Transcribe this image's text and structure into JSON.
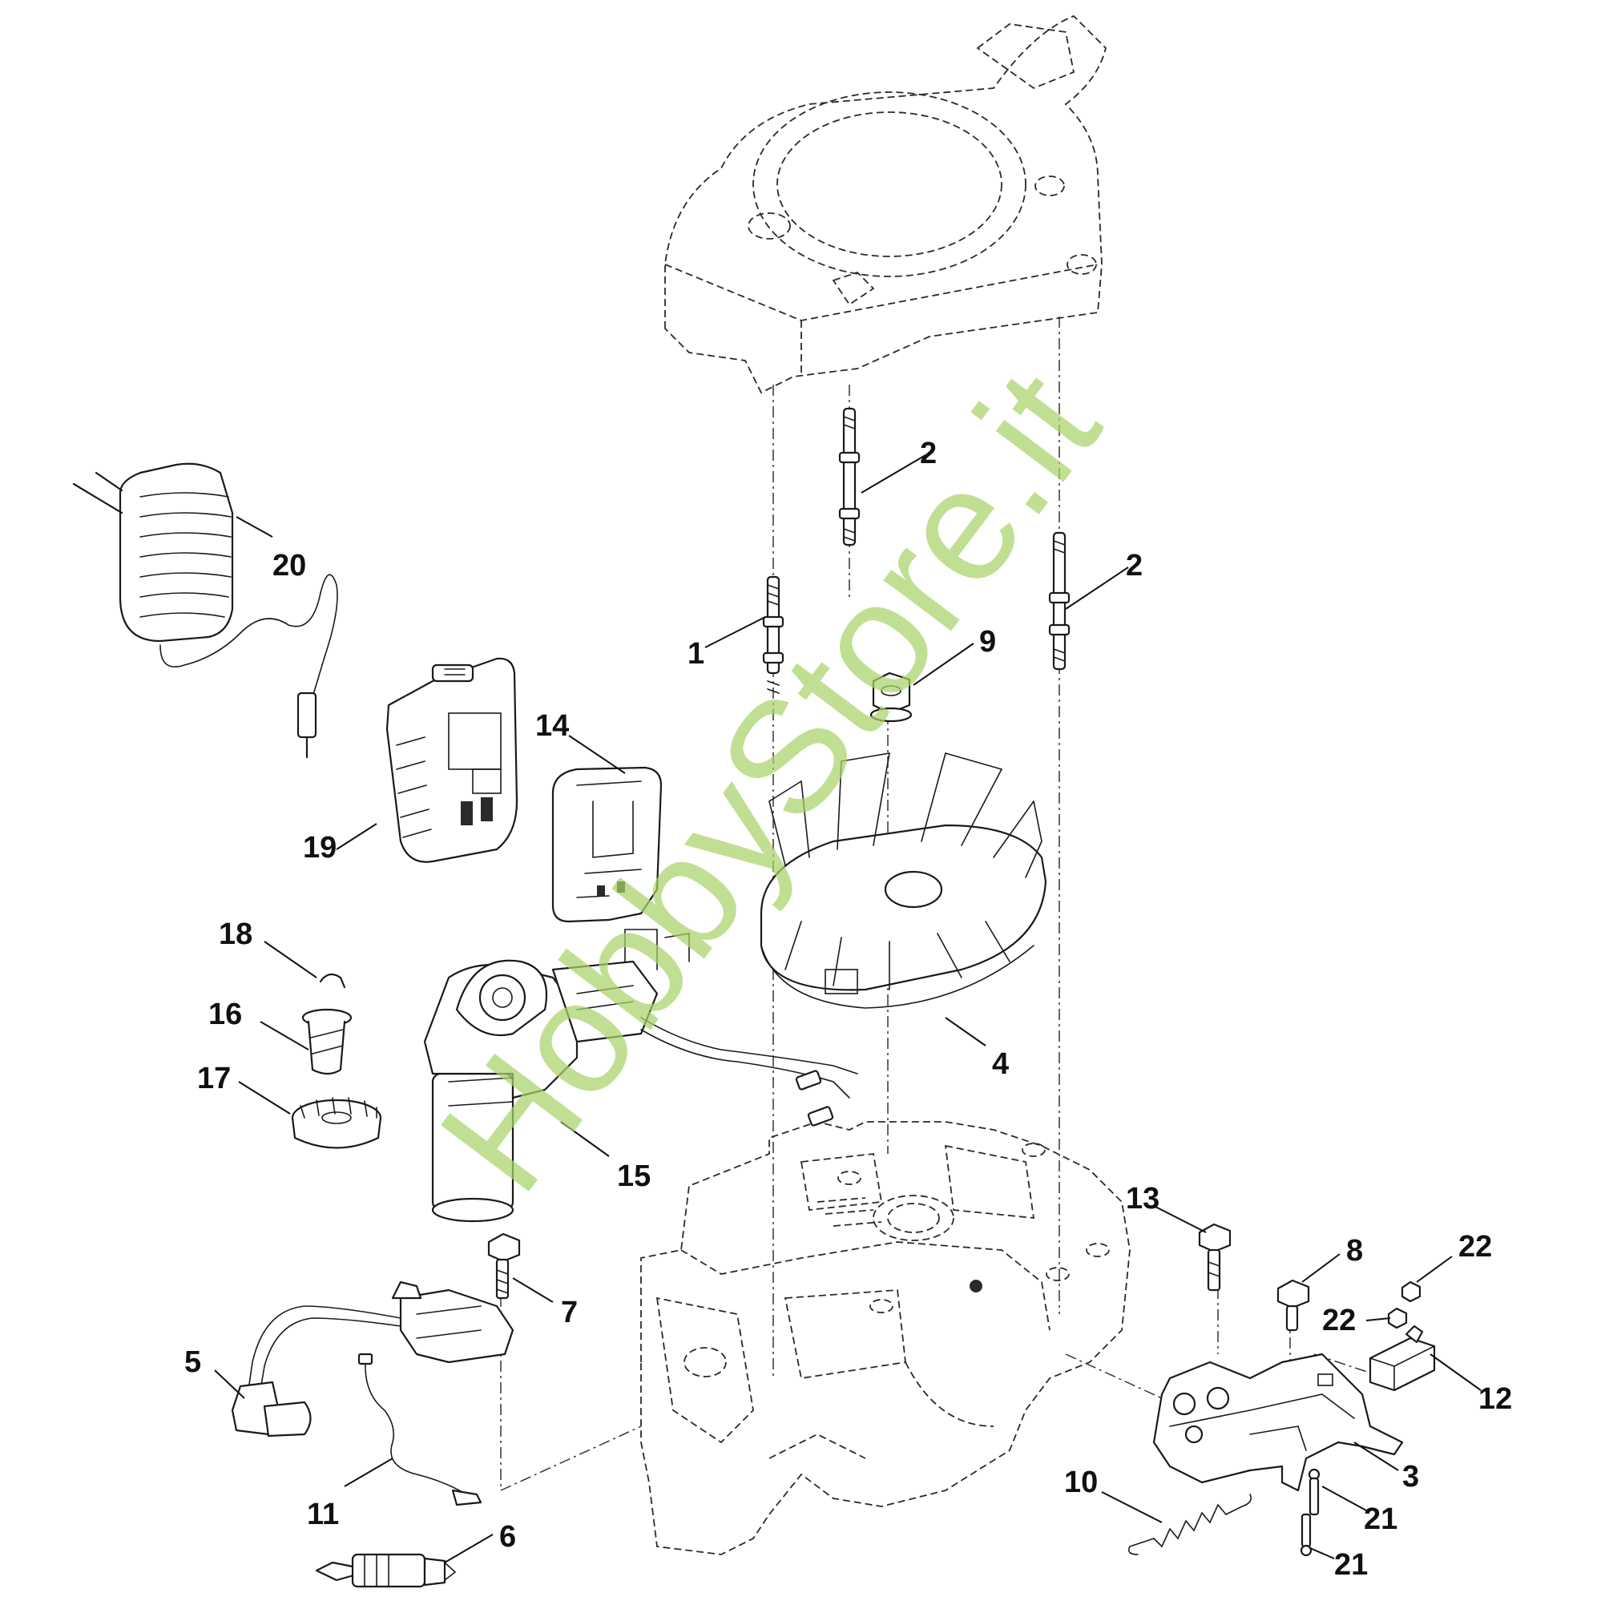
{
  "watermark": "HobbyStore.it",
  "accent_color": "#a9d36a",
  "callouts": [
    {
      "id": "c1",
      "label": "1"
    },
    {
      "id": "c2a",
      "label": "2"
    },
    {
      "id": "c2b",
      "label": "2"
    },
    {
      "id": "c3",
      "label": "3"
    },
    {
      "id": "c4",
      "label": "4"
    },
    {
      "id": "c5",
      "label": "5"
    },
    {
      "id": "c6",
      "label": "6"
    },
    {
      "id": "c7",
      "label": "7"
    },
    {
      "id": "c8",
      "label": "8"
    },
    {
      "id": "c9",
      "label": "9"
    },
    {
      "id": "c10",
      "label": "10"
    },
    {
      "id": "c11",
      "label": "11"
    },
    {
      "id": "c12",
      "label": "12"
    },
    {
      "id": "c13",
      "label": "13"
    },
    {
      "id": "c14",
      "label": "14"
    },
    {
      "id": "c15",
      "label": "15"
    },
    {
      "id": "c16",
      "label": "16"
    },
    {
      "id": "c17",
      "label": "17"
    },
    {
      "id": "c18",
      "label": "18"
    },
    {
      "id": "c19",
      "label": "19"
    },
    {
      "id": "c20",
      "label": "20"
    },
    {
      "id": "c21a",
      "label": "21"
    },
    {
      "id": "c21b",
      "label": "21"
    },
    {
      "id": "c22a",
      "label": "22"
    },
    {
      "id": "c22b",
      "label": "22"
    }
  ]
}
